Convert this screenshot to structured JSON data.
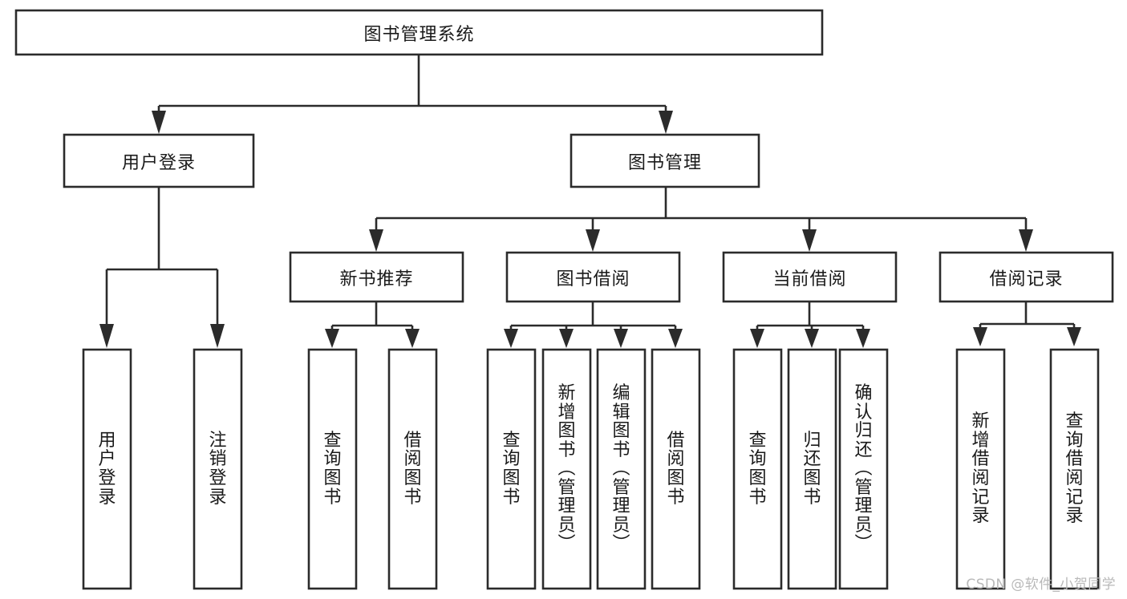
{
  "diagram": {
    "title": "图书管理系统",
    "type": "tree-hierarchy-chart",
    "watermark": "CSDN @软件_小贺同学",
    "colors": {
      "stroke": "#2b2b2b",
      "fill": "#ffffff",
      "text": "#1a1a1a",
      "watermark": "#b9b9b9"
    },
    "levels": {
      "root": {
        "label": "图书管理系统"
      },
      "level2": [
        {
          "label": "用户登录"
        },
        {
          "label": "图书管理"
        }
      ],
      "level3": [
        {
          "label": "新书推荐"
        },
        {
          "label": "图书借阅"
        },
        {
          "label": "当前借阅"
        },
        {
          "label": "借阅记录"
        }
      ],
      "leaves": [
        {
          "label": "用户登录",
          "parent": "用户登录"
        },
        {
          "label": "注销登录",
          "parent": "用户登录"
        },
        {
          "label": "查询图书",
          "parent": "新书推荐"
        },
        {
          "label": "借阅图书",
          "parent": "新书推荐"
        },
        {
          "label": "查询图书",
          "parent": "图书借阅"
        },
        {
          "label": "新增图书（管理员）",
          "parent": "图书借阅"
        },
        {
          "label": "编辑图书（管理员）",
          "parent": "图书借阅"
        },
        {
          "label": "借阅图书",
          "parent": "图书借阅"
        },
        {
          "label": "查询图书",
          "parent": "当前借阅"
        },
        {
          "label": "归还图书",
          "parent": "当前借阅"
        },
        {
          "label": "确认归还（管理员）",
          "parent": "当前借阅"
        },
        {
          "label": "新增借阅记录",
          "parent": "借阅记录"
        },
        {
          "label": "查询借阅记录",
          "parent": "借阅记录"
        }
      ]
    }
  }
}
